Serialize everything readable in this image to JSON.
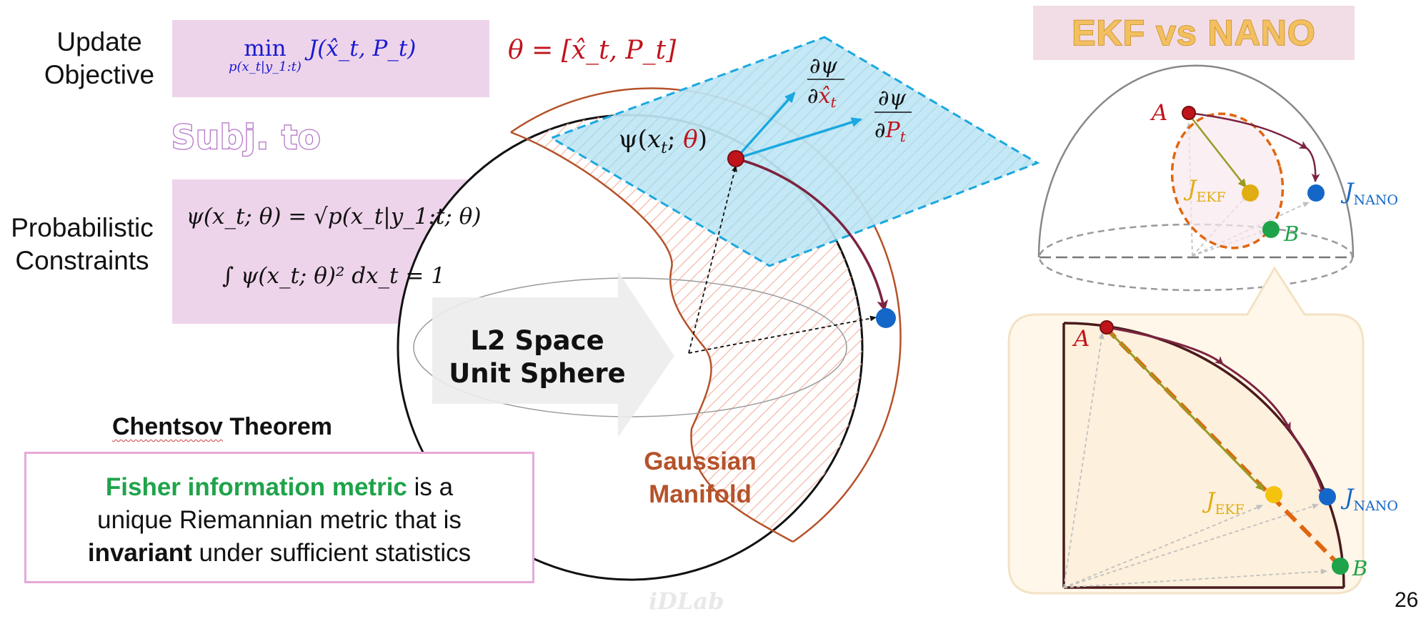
{
  "left": {
    "update_label_line1": "Update",
    "update_label_line2": "Objective",
    "objective_min": "min",
    "objective_sub": "p(x_t|y_1:t)",
    "objective_j": "J(x̂_t, P_t)",
    "theta_def": "θ = [x̂_t, P_t]",
    "subj_to": "Subj. to",
    "prob_label_line1": "Probabilistic",
    "prob_label_line2": "Constraints",
    "constraint1": "ψ(x_t; θ) = √p(x_t|y_1:t; θ)",
    "constraint2": "∫ ψ(x_t; θ)² dx_t = 1"
  },
  "sphere": {
    "l2_line1": "L2 Space",
    "l2_line2": "Unit Sphere",
    "psi_label": "ψ(x_t; θ)",
    "grad_xhat": "∂ψ/∂x̂_t",
    "grad_p": "∂ψ/∂P_t",
    "gaussian_line1": "Gaussian",
    "gaussian_line2": "Manifold"
  },
  "chentsov": {
    "word1": "Chentsov",
    "word2": " Theorem",
    "green_text": "Fisher information metric",
    "text1": " is a",
    "text2": "unique Riemannian metric that is",
    "bold_text": "invariant",
    "text3": " under sufficient statistics"
  },
  "right": {
    "title": "EKF vs NANO",
    "point_a": "A",
    "point_b": "B",
    "j_ekf": "J",
    "j_ekf_sub": "EKF",
    "j_nano": "J",
    "j_nano_sub": "NANO"
  },
  "footer": {
    "page_number": "26",
    "watermark": "iDLab"
  },
  "colors": {
    "pink_box": "#eed4ea",
    "tangent_plane": "#bfe6f4",
    "tangent_border": "#1aa8e0",
    "manifold_edge": "#b5522a",
    "trajectory": "#7c2340",
    "ekf_point": "#e0ad12",
    "nano_point": "#1467c8",
    "b_point": "#1fa34a",
    "a_point": "#c0141c",
    "ekf_dash": "#e0660f"
  }
}
